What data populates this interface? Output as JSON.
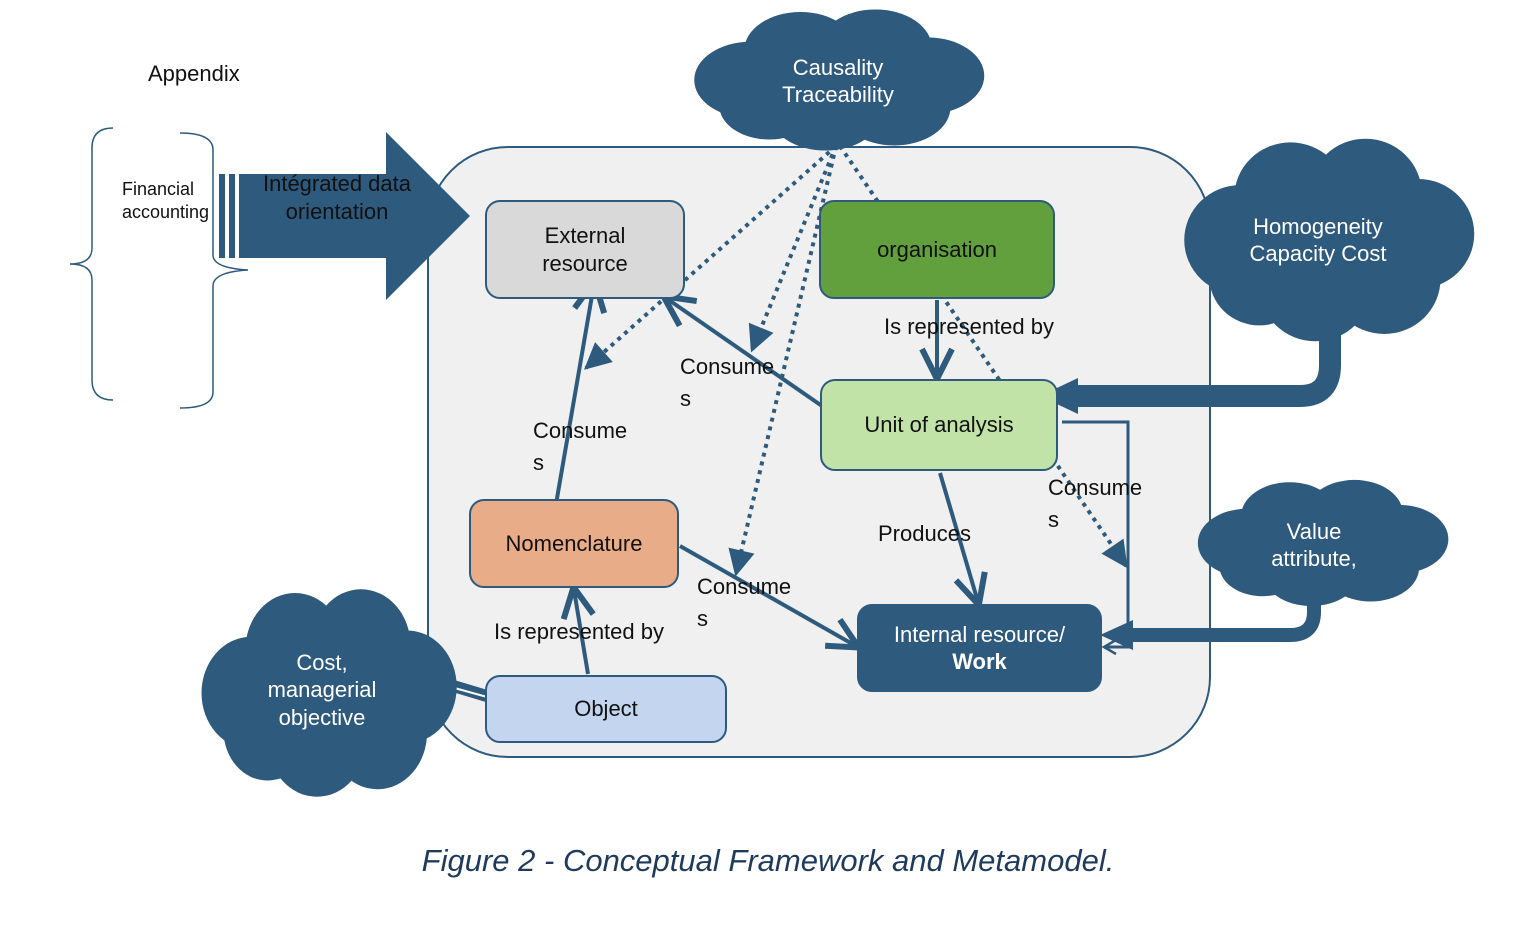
{
  "appendix": "Appendix",
  "financial_accounting": "Financial accounting",
  "integrated_arrow": "Intégrated data orientation",
  "nodes": {
    "external_resource": "External resource",
    "organisation": "organisation",
    "unit_of_analysis": "Unit of analysis",
    "nomenclature": "Nomenclature",
    "internal_resource_line1": "Internal resource/",
    "internal_resource_line2": "Work",
    "object": "Object"
  },
  "clouds": {
    "causality": "Causality Traceability",
    "homogeneity": "Homogeneity Capacity Cost",
    "value": "Value attribute,",
    "cost": "Cost, managerial objective"
  },
  "edges": {
    "is_represented_by_org": "Is represented by",
    "consumes_unit_ext": "Consume\ns",
    "consumes_nom_ext": "Consume\ns",
    "produces": "Produces",
    "consumes_unit_int": "Consume\ns",
    "consumes_nom_int": "Consume\ns",
    "is_represented_by_obj": "Is represented by"
  },
  "caption": "Figure 2 - Conceptual Framework and Metamodel.",
  "colors": {
    "dark_blue": "#2e5a7e",
    "container_fill": "#f0f0f0",
    "external_fill": "#d9d9d9",
    "organisation_fill": "#62a03e",
    "unit_fill": "#c2e3a8",
    "nomenclature_fill": "#e9ac88",
    "object_fill": "#c3d5ef",
    "caption": "#1f3b5c"
  }
}
